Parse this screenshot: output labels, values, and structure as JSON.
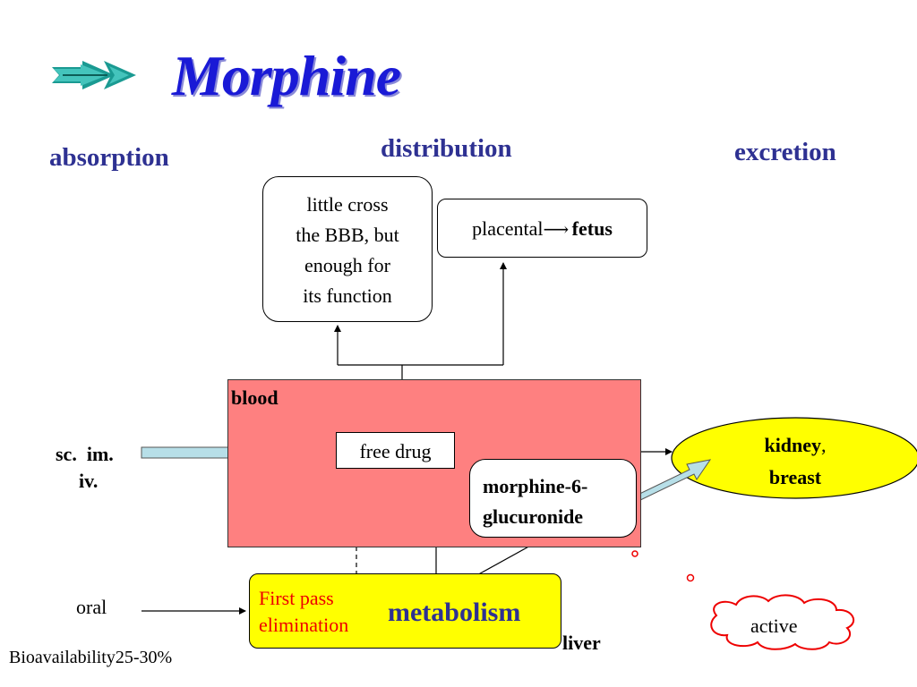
{
  "title": "Morphine",
  "headings": {
    "absorption": "absorption",
    "distribution": "distribution",
    "excretion": "excretion"
  },
  "distribution_boxes": {
    "bbb_line1": "little cross",
    "bbb_line2": "the BBB, but",
    "bbb_line3": "enough for",
    "bbb_line4": "its function",
    "placental": "placental",
    "fetus": "fetus"
  },
  "blood": {
    "label": "blood",
    "free_drug": "free drug",
    "metabolite_line1": "morphine-6-",
    "metabolite_line2": "glucuronide"
  },
  "routes": {
    "parenteral_line1": "sc.  im.",
    "parenteral_line2": "iv.",
    "oral": "oral"
  },
  "liver": {
    "first_pass_line1": "First pass",
    "first_pass_line2": "elimination",
    "metabolism": "metabolism",
    "label": "liver"
  },
  "excretion": {
    "kidney": "kidney",
    "comma": ",",
    "breast": "breast",
    "active": "active"
  },
  "bioavailability": "Bioavailability25-30%",
  "colors": {
    "title": "#1a1ad6",
    "heading": "#2e3192",
    "blood_fill": "#fe8080",
    "liver_fill": "#ffff00",
    "kidney_fill": "#ffff00",
    "first_pass_text": "#ee0000",
    "thick_arrow_fill": "#b7dfe8",
    "cloud_stroke": "#ee0000",
    "logo_arrow": "#1a9a92"
  }
}
